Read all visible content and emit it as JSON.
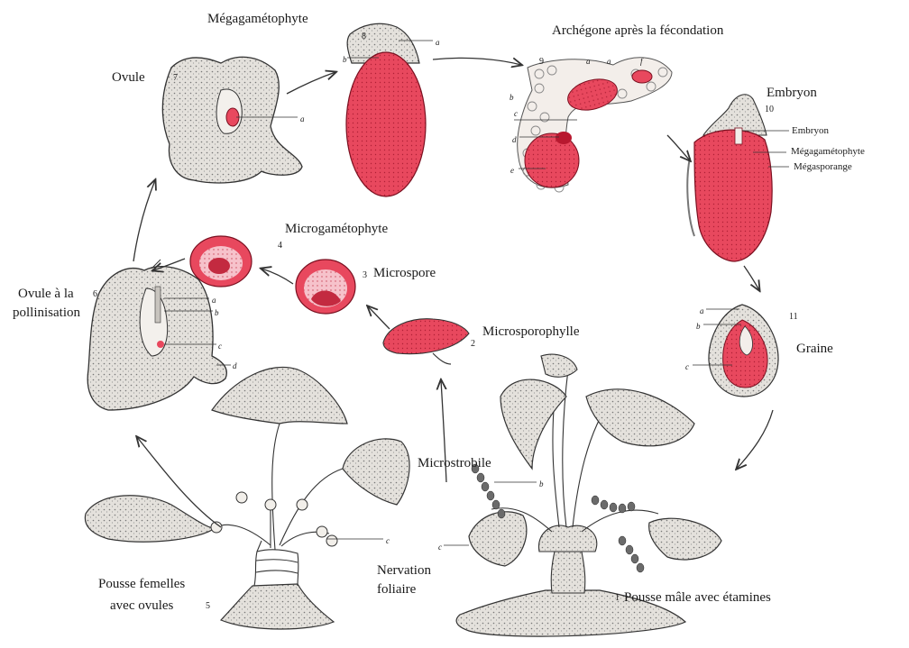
{
  "titles": {
    "megagametophyte": "Mégagamétophyte",
    "archegone": "Archégone après la fécondation",
    "ovule": "Ovule",
    "embryon": "Embryon",
    "microgametophyte": "Microgamétophyte",
    "microspore": "Microspore",
    "ovule_pollinisation_1": "Ovule à la",
    "ovule_pollinisation_2": "pollinisation",
    "microsporophylle": "Microsporophylle",
    "graine": "Graine",
    "microstrobile": "Microstrobile",
    "nervation_1": "Nervation",
    "nervation_2": "foliaire",
    "pousse_femelle_1": "Pousse femelles",
    "pousse_femelle_2": "avec ovules",
    "pousse_male": "Pousse mâle avec étamines"
  },
  "embryon_labels": {
    "a": "Embryon",
    "b": "Mégagamétophyte",
    "c": "Mégasporange"
  },
  "numbers": {
    "n1": "1",
    "n2": "2",
    "n3": "3",
    "n4": "4",
    "n5": "5",
    "n6": "6",
    "n7": "7",
    "n8": "8",
    "n9": "9",
    "n10": "10",
    "n11": "11"
  },
  "letters": {
    "a": "a",
    "b": "b",
    "c": "c",
    "d": "d",
    "e": "e",
    "f": "f"
  },
  "colors": {
    "tissue": "#e8485e",
    "tissue_light": "#f6b9c3",
    "outline": "#222222",
    "gray_tissue": "#d9d6d2"
  }
}
